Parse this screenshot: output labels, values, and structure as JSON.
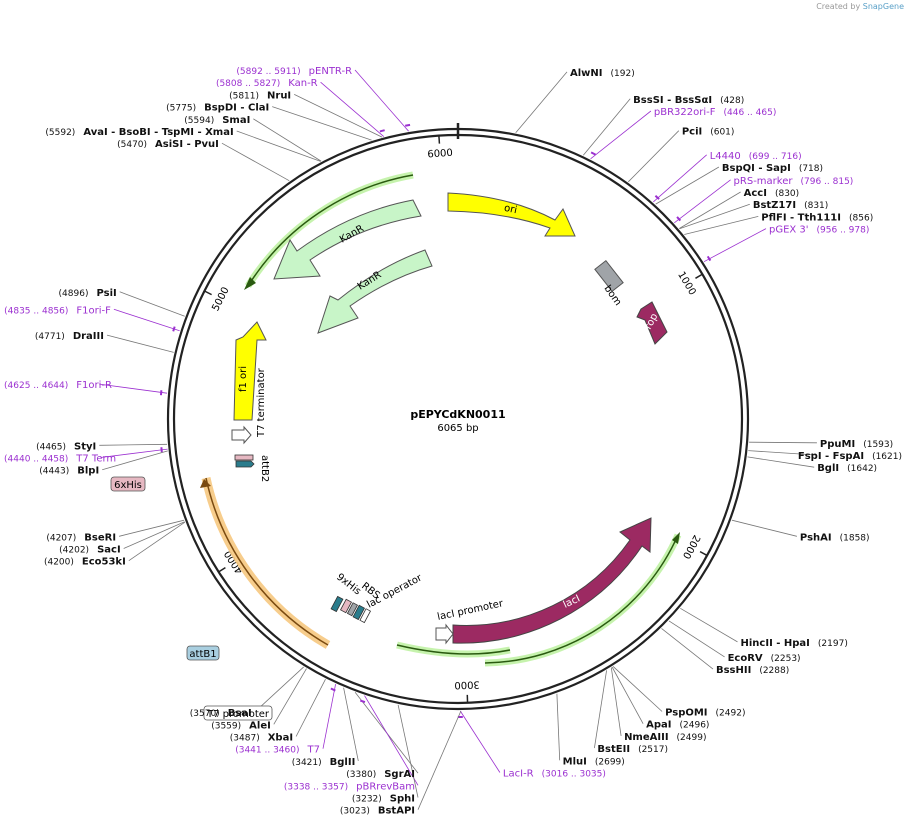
{
  "header": {
    "created_by": "Created by",
    "brand": "SnapGene"
  },
  "plasmid": {
    "name": "pEPYCdKN0011",
    "size": "6065 bp",
    "length": 6065
  },
  "ticks": [
    {
      "label": "1000",
      "bp": 1000
    },
    {
      "label": "2000",
      "bp": 2000
    },
    {
      "label": "3000",
      "bp": 3000
    },
    {
      "label": "4000",
      "bp": 4000
    },
    {
      "label": "5000",
      "bp": 5000
    },
    {
      "label": "6000",
      "bp": 6000
    }
  ],
  "sites": [
    {
      "name": "AlwNI",
      "pos": "(192)",
      "bp": 192,
      "side": "right"
    },
    {
      "name": "BssSI  - BssSαI",
      "pos": "(428)",
      "bp": 428,
      "side": "right"
    },
    {
      "name": "pBR322ori-F",
      "pos": "(446 .. 465)",
      "bp": 455,
      "side": "right",
      "primer": true
    },
    {
      "name": "PciI",
      "pos": "(601)",
      "bp": 601,
      "side": "right"
    },
    {
      "name": "L4440",
      "pos": "(699 .. 716)",
      "bp": 707,
      "side": "right",
      "primer": true
    },
    {
      "name": "BspQI  - SapI",
      "pos": "(718)",
      "bp": 718,
      "side": "right"
    },
    {
      "name": "pRS-marker",
      "pos": "(796 .. 815)",
      "bp": 805,
      "side": "right",
      "primer": true
    },
    {
      "name": "AccI",
      "pos": "(830)",
      "bp": 830,
      "side": "right"
    },
    {
      "name": "BstZ17I",
      "pos": "(831)",
      "bp": 831,
      "side": "right"
    },
    {
      "name": "PflFI  - Tth111I",
      "pos": "(856)",
      "bp": 856,
      "side": "right"
    },
    {
      "name": "pGEX 3'",
      "pos": "(956 .. 978)",
      "bp": 967,
      "side": "right",
      "primer": true
    },
    {
      "name": "PpuMI",
      "pos": "(1593)",
      "bp": 1593,
      "side": "right"
    },
    {
      "name": "FspI  - FspAI",
      "pos": "(1621)",
      "bp": 1621,
      "side": "right"
    },
    {
      "name": "BglI",
      "pos": "(1642)",
      "bp": 1642,
      "side": "right"
    },
    {
      "name": "PshAI",
      "pos": "(1858)",
      "bp": 1858,
      "side": "right"
    },
    {
      "name": "HincII  - HpaI",
      "pos": "(2197)",
      "bp": 2197,
      "side": "right"
    },
    {
      "name": "EcoRV",
      "pos": "(2253)",
      "bp": 2253,
      "side": "right"
    },
    {
      "name": "BssHII",
      "pos": "(2288)",
      "bp": 2288,
      "side": "right"
    },
    {
      "name": "PspOMI",
      "pos": "(2492)",
      "bp": 2492,
      "side": "right"
    },
    {
      "name": "ApaI",
      "pos": "(2496)",
      "bp": 2496,
      "side": "right"
    },
    {
      "name": "NmeAIII",
      "pos": "(2499)",
      "bp": 2499,
      "side": "right"
    },
    {
      "name": "BstEII",
      "pos": "(2517)",
      "bp": 2517,
      "side": "right"
    },
    {
      "name": "MluI",
      "pos": "(2699)",
      "bp": 2699,
      "side": "right"
    },
    {
      "name": "LacI-R",
      "pos": "(3016 .. 3035)",
      "bp": 3025,
      "side": "right",
      "primer": true
    },
    {
      "name": "BstAPI",
      "pos": "(3023)",
      "bp": 3023,
      "side": "left"
    },
    {
      "name": "SphI",
      "pos": "(3232)",
      "bp": 3232,
      "side": "left"
    },
    {
      "name": "pBRrevBam",
      "pos": "(3338 .. 3357)",
      "bp": 3347,
      "side": "left",
      "primer": true
    },
    {
      "name": "SgrAI",
      "pos": "(3380)",
      "bp": 3380,
      "side": "left"
    },
    {
      "name": "BglII",
      "pos": "(3421)",
      "bp": 3421,
      "side": "left"
    },
    {
      "name": "T7",
      "pos": "(3441 .. 3460)",
      "bp": 3450,
      "side": "left",
      "primer": true
    },
    {
      "name": "XbaI",
      "pos": "(3487)",
      "bp": 3487,
      "side": "left"
    },
    {
      "name": "AleI",
      "pos": "(3559)",
      "bp": 3559,
      "side": "left"
    },
    {
      "name": "BsaI",
      "pos": "(3570)",
      "bp": 3570,
      "side": "left"
    },
    {
      "name": "Eco53kI",
      "pos": "(4200)",
      "bp": 4200,
      "side": "left"
    },
    {
      "name": "SacI",
      "pos": "(4202)",
      "bp": 4202,
      "side": "left"
    },
    {
      "name": "BseRI",
      "pos": "(4207)",
      "bp": 4207,
      "side": "left"
    },
    {
      "name": "BlpI",
      "pos": "(4443)",
      "bp": 4443,
      "side": "left"
    },
    {
      "name": "T7 Term",
      "pos": "(4440 .. 4458)",
      "bp": 4449,
      "side": "left",
      "primer": true
    },
    {
      "name": "StyI",
      "pos": "(4465)",
      "bp": 4465,
      "side": "left"
    },
    {
      "name": "F1ori-R",
      "pos": "(4625 .. 4644)",
      "bp": 4634,
      "side": "left",
      "primer": true
    },
    {
      "name": "DraIII",
      "pos": "(4771)",
      "bp": 4771,
      "side": "left"
    },
    {
      "name": "F1ori-F",
      "pos": "(4835 .. 4856)",
      "bp": 4845,
      "side": "left",
      "primer": true
    },
    {
      "name": "PsiI",
      "pos": "(4896)",
      "bp": 4896,
      "side": "left"
    },
    {
      "name": "AsiSI  - PvuI",
      "pos": "(5470)",
      "bp": 5470,
      "side": "left"
    },
    {
      "name": "AvaI  - BsoBI  - TspMI  - XmaI",
      "pos": "(5592)",
      "bp": 5592,
      "side": "left"
    },
    {
      "name": "SmaI",
      "pos": "(5594)",
      "bp": 5594,
      "side": "left"
    },
    {
      "name": "BspDI  - ClaI",
      "pos": "(5775)",
      "bp": 5775,
      "side": "left"
    },
    {
      "name": "Kan-R",
      "pos": "(5808 .. 5827)",
      "bp": 5817,
      "side": "left",
      "primer": true
    },
    {
      "name": "NruI",
      "pos": "(5811)",
      "bp": 5811,
      "side": "left"
    },
    {
      "name": "pENTR-R",
      "pos": "(5892 .. 5911)",
      "bp": 5901,
      "side": "left",
      "primer": true
    }
  ],
  "features": [
    {
      "name": "ori",
      "color": "#ffff00"
    },
    {
      "name": "bom",
      "color": "#a0a4a8"
    },
    {
      "name": "rop",
      "color": "#9c2a62"
    },
    {
      "name": "lacI",
      "color": "#9c2a62"
    },
    {
      "name": "lacI promoter",
      "color": "#ffffff"
    },
    {
      "name": "lac operator",
      "color": "#ffffff"
    },
    {
      "name": "RBS",
      "color": "#ffffff"
    },
    {
      "name": "9xHis",
      "color": "#2a7c8c"
    },
    {
      "name": "attB1",
      "color": "#a9cfe0"
    },
    {
      "name": "T7 promoter",
      "color": "#ffffff"
    },
    {
      "name": "6xHis",
      "color": "#e6b8c2"
    },
    {
      "name": "attB2",
      "color": "#2a7c8c"
    },
    {
      "name": "T7 terminator",
      "color": "#ffffff"
    },
    {
      "name": "f1 ori",
      "color": "#ffff00"
    },
    {
      "name": "KanR",
      "color": "#c8f5c8"
    },
    {
      "name": "KanR",
      "color": "#c8f5c8"
    }
  ]
}
